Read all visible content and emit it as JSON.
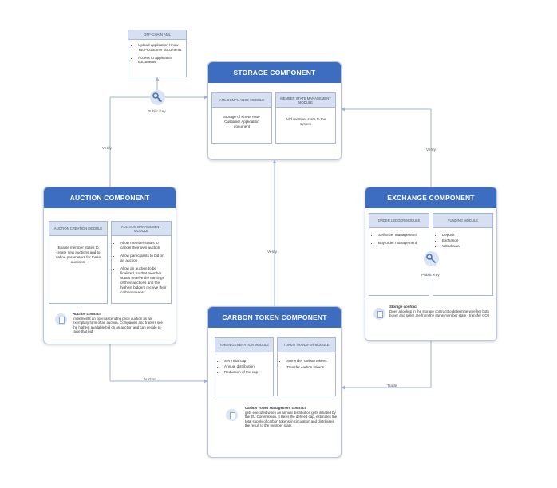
{
  "offchain": {
    "title": "OFF-CHAIN AML",
    "items": [
      "Upload application Know-Your-Customer documents",
      "Access to application documents"
    ]
  },
  "storage": {
    "title": "STORAGE COMPONENT",
    "modules": [
      {
        "header": "AML COMPLIANCE MODULE",
        "body": "Storage of Know-Your-Customer Application document"
      },
      {
        "header": "MEMBER STATE MANAGEMENT MODULE",
        "body": "Add member state to the system"
      }
    ]
  },
  "auction": {
    "title": "AUCTION COMPONENT",
    "modules": [
      {
        "header": "AUCTION CREATION MODULE",
        "body": "Enable member states to create new auctions and to define parameters for these auctions."
      },
      {
        "header": "AUCTION MANAGEMENT MODULE",
        "items": [
          "Allow member states to cancel their own auction",
          "Allow participants to bid on an auction",
          "Allow an auction to be finalized, so that member states receive the earnings of their auctions and the highest bidders receive their carbon tokens"
        ]
      }
    ],
    "contract_title": "Auction contract",
    "contract_text": "Implements an open ascending price auction as an exemplary form of an auction. Companies and traders see the highest available bid on an auction and can decide to raise that bid."
  },
  "exchange": {
    "title": "EXCHANGE COMPONENT",
    "modules": [
      {
        "header": "ORDER LEDGER MODULE",
        "items": [
          "Sell order management",
          "Buy order management"
        ]
      },
      {
        "header": "FUNDING MODULE",
        "items": [
          "Deposit",
          "Exchange",
          "Withdrawal"
        ]
      }
    ],
    "key_label": "Public Key",
    "contract_title": "Storage contract",
    "contract_text": "Does a lookup in the storage contract to determine whether both buyer and seller are from the same member state - transfer CO2"
  },
  "carbon": {
    "title": "CARBON TOKEN COMPONENT",
    "modules": [
      {
        "header": "TOKEN GENERATION MODULE",
        "items": [
          "Set initial cap",
          "Annual distribution",
          "Reduction of the cap"
        ]
      },
      {
        "header": "TOKEN TRANSFER MODULE",
        "items": [
          "Surrender carbon tokens",
          "Transfer carbon tokens"
        ]
      }
    ],
    "contract_title": "Carbon Token Management contract",
    "contract_text": "gets executed when an annual distribution gets initiated by the EU Commission. It takes the defined cap, estimates the total supply of carbon tokens in circulation and distributes the result to the member state."
  },
  "labels": {
    "public_key": "Public Key",
    "verify_left": "Verify",
    "verify_right": "Verify",
    "verify_center": "Verify",
    "auction": "Auction",
    "trade": "Trade"
  },
  "colors": {
    "header": "#3d6dc0",
    "module_header": "#d7e0f0",
    "line": "#9fb3d6"
  }
}
